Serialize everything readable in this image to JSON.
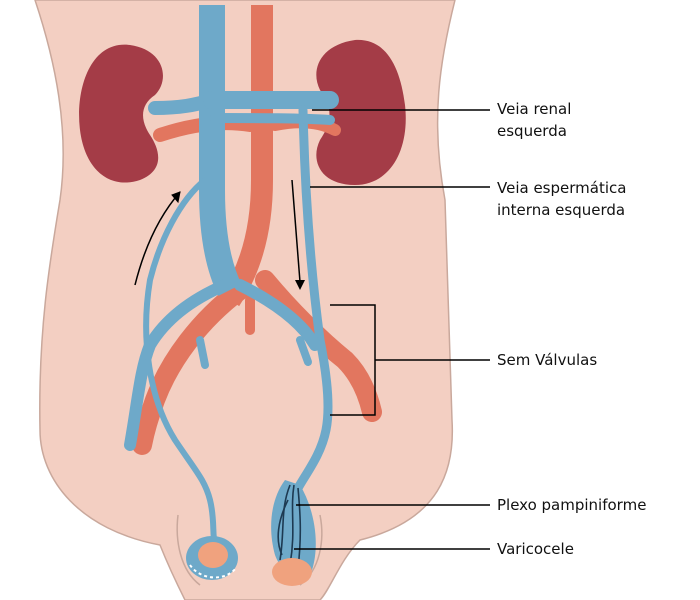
{
  "labels": {
    "renal_vein": [
      "Veia renal",
      "esquerda"
    ],
    "spermatic_vein": [
      "Veia espermática",
      "interna esquerda"
    ],
    "no_valves": "Sem Válvulas",
    "pampiniform_plexus": "Plexo pampiniforme",
    "varicocele": "Varicocele"
  },
  "colors": {
    "body": "#f3cfc2",
    "body_outline": "#c9a89c",
    "kidney": "#a43c47",
    "vein": "#6ea9c9",
    "vein_dark": "#4e8aae",
    "artery": "#e2765f",
    "testis": "#f0a27e",
    "plexus": "#1d3a52",
    "leader_line": "#000000"
  }
}
